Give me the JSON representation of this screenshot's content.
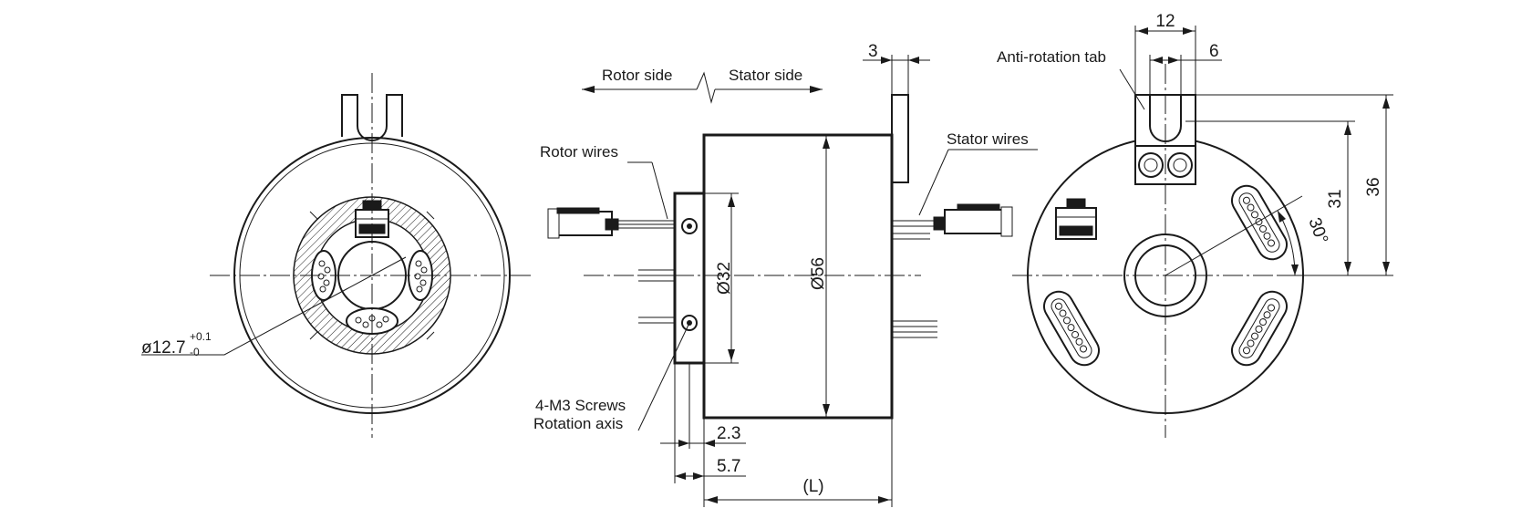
{
  "labels": {
    "rotor_side": "Rotor side",
    "stator_side": "Stator side",
    "rotor_wires": "Rotor wires",
    "stator_wires": "Stator wires",
    "anti_rotation_tab": "Anti-rotation tab",
    "screws": "4-M3 Screws",
    "rotation_axis": "Rotation axis"
  },
  "dimensions": {
    "bore_main": "ø12.7",
    "bore_tol_upper": "+0.1",
    "bore_tol_lower": "-0",
    "dia_32": "Ø32",
    "dia_56": "Ø56",
    "d_3": "3",
    "d_2_3": "2.3",
    "d_5_7": "5.7",
    "length": "(L)",
    "d_12": "12",
    "d_6": "6",
    "d_36": "36",
    "d_31": "31",
    "angle_30": "30°"
  },
  "colors": {
    "line": "#1a1a1a",
    "background": "#ffffff"
  }
}
